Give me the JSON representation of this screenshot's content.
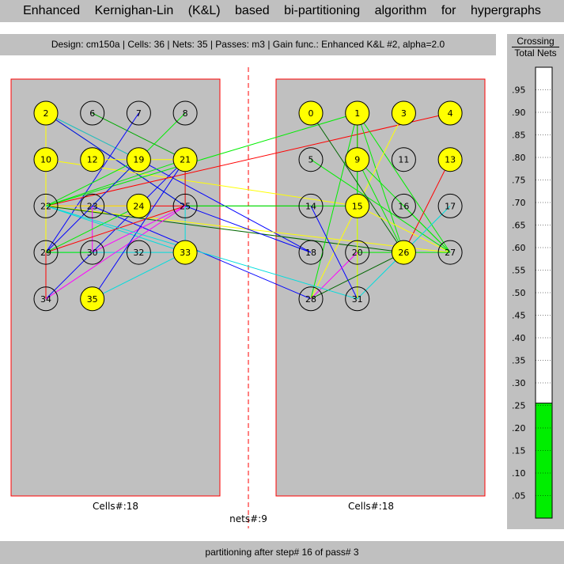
{
  "title": "Enhanced Kernighan-Lin (K&L) based bi-partitioning algorithm for hypergraphs",
  "info": "Design: cm150a  |  Cells: 36  |  Nets: 35  |  Passes: m3  |  Gain func.: Enhanced K&L #2, alpha=2.0",
  "status": "partitioning after step# 16 of pass# 3",
  "left_partition": {
    "caption": "Cells#:18"
  },
  "right_partition": {
    "caption": "Cells#:18"
  },
  "nets_caption": "nets#:9",
  "gauge": {
    "title_top": "Crossing",
    "title_bottom": "Total Nets",
    "value": 0.255,
    "fill_color": "#00ee00",
    "ticks": [
      ".95",
      ".90",
      ".85",
      ".80",
      ".75",
      ".70",
      ".65",
      ".60",
      ".55",
      ".50",
      ".45",
      ".40",
      ".35",
      ".30",
      ".25",
      ".20",
      ".15",
      ".10",
      ".05"
    ]
  },
  "colors": {
    "panel": "#c0c0c0",
    "partition_border": "#ff0000",
    "divider": "#ff0000",
    "highlight_cell": "#ffff00"
  },
  "cells": [
    {
      "id": "2",
      "side": "left",
      "row": 0,
      "col": 0,
      "highlight": true
    },
    {
      "id": "6",
      "side": "left",
      "row": 0,
      "col": 1,
      "highlight": false
    },
    {
      "id": "7",
      "side": "left",
      "row": 0,
      "col": 2,
      "highlight": false
    },
    {
      "id": "8",
      "side": "left",
      "row": 0,
      "col": 3,
      "highlight": false
    },
    {
      "id": "10",
      "side": "left",
      "row": 1,
      "col": 0,
      "highlight": true
    },
    {
      "id": "12",
      "side": "left",
      "row": 1,
      "col": 1,
      "highlight": true
    },
    {
      "id": "19",
      "side": "left",
      "row": 1,
      "col": 2,
      "highlight": true
    },
    {
      "id": "21",
      "side": "left",
      "row": 1,
      "col": 3,
      "highlight": true
    },
    {
      "id": "22",
      "side": "left",
      "row": 2,
      "col": 0,
      "highlight": false
    },
    {
      "id": "23",
      "side": "left",
      "row": 2,
      "col": 1,
      "highlight": false
    },
    {
      "id": "24",
      "side": "left",
      "row": 2,
      "col": 2,
      "highlight": true
    },
    {
      "id": "25",
      "side": "left",
      "row": 2,
      "col": 3,
      "highlight": false
    },
    {
      "id": "29",
      "side": "left",
      "row": 3,
      "col": 0,
      "highlight": false
    },
    {
      "id": "30",
      "side": "left",
      "row": 3,
      "col": 1,
      "highlight": false
    },
    {
      "id": "32",
      "side": "left",
      "row": 3,
      "col": 2,
      "highlight": false
    },
    {
      "id": "33",
      "side": "left",
      "row": 3,
      "col": 3,
      "highlight": true
    },
    {
      "id": "34",
      "side": "left",
      "row": 4,
      "col": 0,
      "highlight": false
    },
    {
      "id": "35",
      "side": "left",
      "row": 4,
      "col": 1,
      "highlight": true
    },
    {
      "id": "0",
      "side": "right",
      "row": 0,
      "col": 0,
      "highlight": true
    },
    {
      "id": "1",
      "side": "right",
      "row": 0,
      "col": 1,
      "highlight": true
    },
    {
      "id": "3",
      "side": "right",
      "row": 0,
      "col": 2,
      "highlight": true
    },
    {
      "id": "4",
      "side": "right",
      "row": 0,
      "col": 3,
      "highlight": true
    },
    {
      "id": "5",
      "side": "right",
      "row": 1,
      "col": 0,
      "highlight": false
    },
    {
      "id": "9",
      "side": "right",
      "row": 1,
      "col": 1,
      "highlight": true
    },
    {
      "id": "11",
      "side": "right",
      "row": 1,
      "col": 2,
      "highlight": false
    },
    {
      "id": "13",
      "side": "right",
      "row": 1,
      "col": 3,
      "highlight": true
    },
    {
      "id": "14",
      "side": "right",
      "row": 2,
      "col": 0,
      "highlight": false
    },
    {
      "id": "15",
      "side": "right",
      "row": 2,
      "col": 1,
      "highlight": true
    },
    {
      "id": "16",
      "side": "right",
      "row": 2,
      "col": 2,
      "highlight": false
    },
    {
      "id": "17",
      "side": "right",
      "row": 2,
      "col": 3,
      "highlight": false
    },
    {
      "id": "18",
      "side": "right",
      "row": 3,
      "col": 0,
      "highlight": false
    },
    {
      "id": "20",
      "side": "right",
      "row": 3,
      "col": 1,
      "highlight": false
    },
    {
      "id": "26",
      "side": "right",
      "row": 3,
      "col": 2,
      "highlight": true
    },
    {
      "id": "27",
      "side": "right",
      "row": 3,
      "col": 3,
      "highlight": false
    },
    {
      "id": "28",
      "side": "right",
      "row": 4,
      "col": 0,
      "highlight": false
    },
    {
      "id": "31",
      "side": "right",
      "row": 4,
      "col": 1,
      "highlight": false
    }
  ],
  "edges": [
    {
      "a": "2",
      "b": "25",
      "color": "#00aa00"
    },
    {
      "a": "2",
      "b": "19",
      "color": "#ff0000"
    },
    {
      "a": "2",
      "b": "25",
      "color": "#0000ff"
    },
    {
      "a": "2",
      "b": "10",
      "color": "#ffff00"
    },
    {
      "a": "2",
      "b": "19",
      "color": "#00dddd"
    },
    {
      "a": "6",
      "b": "21",
      "color": "#00aa00"
    },
    {
      "a": "7",
      "b": "29",
      "color": "#0000ff"
    },
    {
      "a": "8",
      "b": "23",
      "color": "#00ee00"
    },
    {
      "a": "10",
      "b": "15",
      "color": "#ffff00"
    },
    {
      "a": "12",
      "b": "19",
      "color": "#ffff00"
    },
    {
      "a": "19",
      "b": "18",
      "color": "#0000ff"
    },
    {
      "a": "19",
      "b": "21",
      "color": "#ffff00"
    },
    {
      "a": "19",
      "b": "22",
      "color": "#00ee00"
    },
    {
      "a": "21",
      "b": "22",
      "color": "#00ee00"
    },
    {
      "a": "21",
      "b": "33",
      "color": "#00dddd"
    },
    {
      "a": "21",
      "b": "34",
      "color": "#0000ff"
    },
    {
      "a": "21",
      "b": "25",
      "color": "#ff0000"
    },
    {
      "a": "22",
      "b": "4",
      "color": "#ff0000"
    },
    {
      "a": "22",
      "b": "27",
      "color": "#ffff00"
    },
    {
      "a": "22",
      "b": "26",
      "color": "#006600"
    },
    {
      "a": "22",
      "b": "25",
      "color": "#ff0000"
    },
    {
      "a": "22",
      "b": "34",
      "color": "#ff0000"
    },
    {
      "a": "22",
      "b": "24",
      "color": "#ffff00"
    },
    {
      "a": "22",
      "b": "33",
      "color": "#00dddd"
    },
    {
      "a": "22",
      "b": "1",
      "color": "#00ee00"
    },
    {
      "a": "23",
      "b": "30",
      "color": "#ff00ff"
    },
    {
      "a": "23",
      "b": "28",
      "color": "#0000ff"
    },
    {
      "a": "25",
      "b": "14",
      "color": "#006600"
    },
    {
      "a": "25",
      "b": "15",
      "color": "#00ee00"
    },
    {
      "a": "25",
      "b": "30",
      "color": "#ff00ff"
    },
    {
      "a": "25",
      "b": "29",
      "color": "#ff0000"
    },
    {
      "a": "29",
      "b": "24",
      "color": "#00ee00"
    },
    {
      "a": "29",
      "b": "33",
      "color": "#00dddd"
    },
    {
      "a": "29",
      "b": "19",
      "color": "#0000ff"
    },
    {
      "a": "29",
      "b": "10",
      "color": "#ffff00"
    },
    {
      "a": "29",
      "b": "30",
      "color": "#00ee00"
    },
    {
      "a": "34",
      "b": "25",
      "color": "#ff00ff"
    },
    {
      "a": "35",
      "b": "21",
      "color": "#0000ff"
    },
    {
      "a": "35",
      "b": "33",
      "color": "#00dddd"
    },
    {
      "a": "1",
      "b": "28",
      "color": "#00ee00"
    },
    {
      "a": "1",
      "b": "26",
      "color": "#00ee00"
    },
    {
      "a": "1",
      "b": "27",
      "color": "#00ee00"
    },
    {
      "a": "1",
      "b": "15",
      "color": "#00ee00"
    },
    {
      "a": "1",
      "b": "9",
      "color": "#ff0000"
    },
    {
      "a": "1",
      "b": "31",
      "color": "#00ee00"
    },
    {
      "a": "3",
      "b": "28",
      "color": "#ffff00"
    },
    {
      "a": "5",
      "b": "27",
      "color": "#00ee00"
    },
    {
      "a": "0",
      "b": "26",
      "color": "#006600"
    },
    {
      "a": "9",
      "b": "27",
      "color": "#00ee00"
    },
    {
      "a": "13",
      "b": "26",
      "color": "#ff0000"
    },
    {
      "a": "14",
      "b": "31",
      "color": "#0000ff"
    },
    {
      "a": "15",
      "b": "27",
      "color": "#ffff00"
    },
    {
      "a": "15",
      "b": "31",
      "color": "#ffff00"
    },
    {
      "a": "16",
      "b": "27",
      "color": "#00ee00"
    },
    {
      "a": "17",
      "b": "26",
      "color": "#00dddd"
    },
    {
      "a": "18",
      "b": "25",
      "color": "#0000ff"
    },
    {
      "a": "20",
      "b": "27",
      "color": "#00ee00"
    },
    {
      "a": "26",
      "b": "28",
      "color": "#006600"
    },
    {
      "a": "28",
      "b": "20",
      "color": "#ff00ff"
    },
    {
      "a": "31",
      "b": "26",
      "color": "#00dddd"
    },
    {
      "a": "31",
      "b": "22",
      "color": "#00dddd"
    },
    {
      "a": "9",
      "b": "26",
      "color": "#00ee00"
    }
  ]
}
